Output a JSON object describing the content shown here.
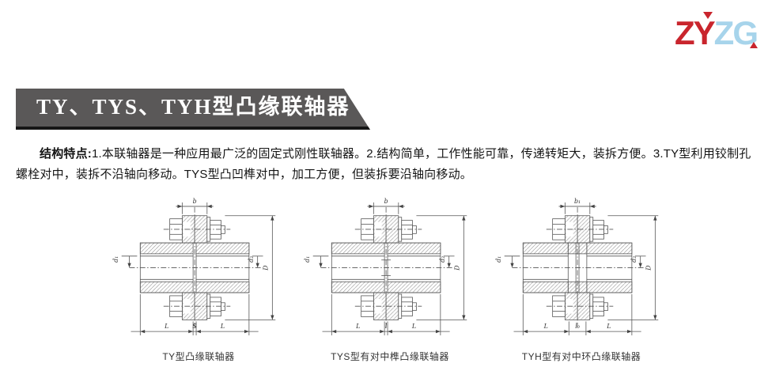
{
  "logo": {
    "part1": "ZY",
    "part2": "ZG",
    "colors": {
      "red": "#c9252d",
      "light_blue": "#a7d4eb"
    }
  },
  "banner": {
    "title": "TY、TYS、TYH型凸缘联轴器",
    "bg_color": "#5a5858",
    "underline_color": "#161616"
  },
  "intro": {
    "label": "结构特点:",
    "text": "1.本联轴器是一种应用最广泛的固定式刚性联轴器。2.结构简单，工作性能可靠，传递转矩大，装拆方便。3.TY型利用铰制孔螺栓对中，装拆不沿轴向移动。TYS型凸凹榫对中，加工方便，但装拆要沿轴向移动。"
  },
  "diagrams": [
    {
      "id": "ty",
      "variant": "plain",
      "caption": "TY型凸缘联轴器",
      "dims": {
        "top": "b",
        "outer_diameter": "D",
        "left_bore": "d₁",
        "right_bore": "d₂",
        "bottom_left": "L",
        "bottom_mid": "S",
        "bottom_right": "L"
      }
    },
    {
      "id": "tys",
      "variant": "spigot",
      "caption": "TYS型有对中榫凸缘联轴器",
      "dims": {
        "top": "b",
        "outer_diameter": "D",
        "left_bore": "d₁",
        "right_bore": "d₂",
        "bottom_left": "L",
        "bottom_mid": "l",
        "bottom_right": "L"
      }
    },
    {
      "id": "tyh",
      "variant": "ring",
      "caption": "TYH型有对中环凸缘联轴器",
      "dims": {
        "top": "b₁",
        "outer_diameter": "D",
        "left_bore": "d₁",
        "right_bore": "d₂",
        "bottom_left": "L",
        "bottom_mid": "l₀",
        "bottom_right": "L"
      }
    }
  ]
}
